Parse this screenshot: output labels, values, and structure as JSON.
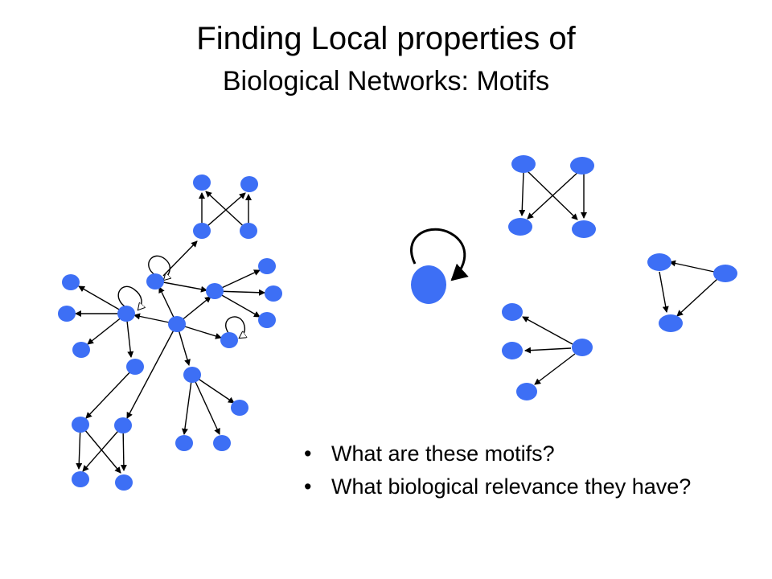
{
  "title": {
    "line1": "Finding Local properties of",
    "line2": "Biological Networks: Motifs"
  },
  "bullets": [
    "What are these motifs?",
    "What biological relevance they have?"
  ],
  "colors": {
    "node": "#3d6ff5",
    "edge": "#000000",
    "background": "#ffffff"
  }
}
